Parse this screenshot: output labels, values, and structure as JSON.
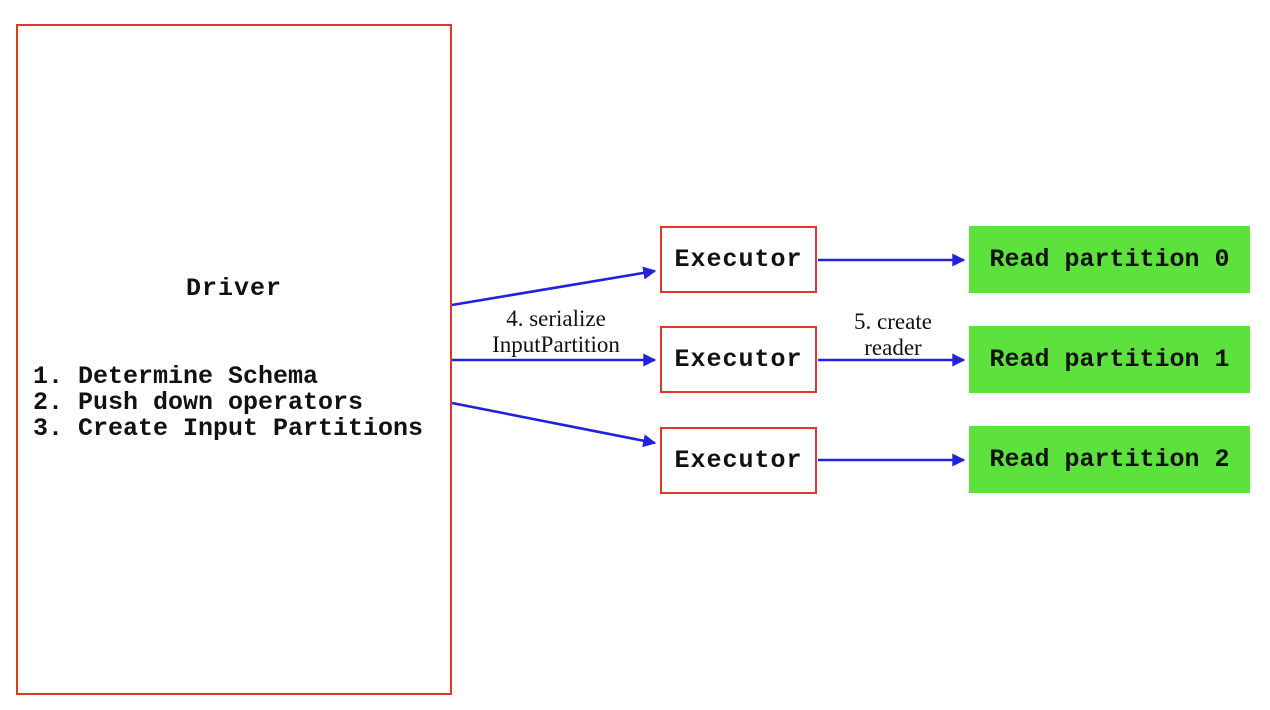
{
  "diagram": {
    "driver": {
      "title": "Driver",
      "steps": [
        "1. Determine Schema",
        "2. Push down operators",
        "3. Create Input Partitions"
      ]
    },
    "executors": [
      {
        "label": "Executor"
      },
      {
        "label": "Executor"
      },
      {
        "label": "Executor"
      }
    ],
    "partitions": [
      {
        "label": "Read partition 0"
      },
      {
        "label": "Read partition 1"
      },
      {
        "label": "Read partition 2"
      }
    ],
    "arrow_labels": {
      "serialize": {
        "line1": "4. serialize",
        "line2": "InputPartition"
      },
      "create_reader": {
        "line1": "5. create",
        "line2": "reader"
      }
    },
    "colors": {
      "box_border_red": "#e4352b",
      "arrow_blue": "#2222dd",
      "partition_green": "#5de23d",
      "text_black": "#111111",
      "background": "#ffffff"
    }
  }
}
